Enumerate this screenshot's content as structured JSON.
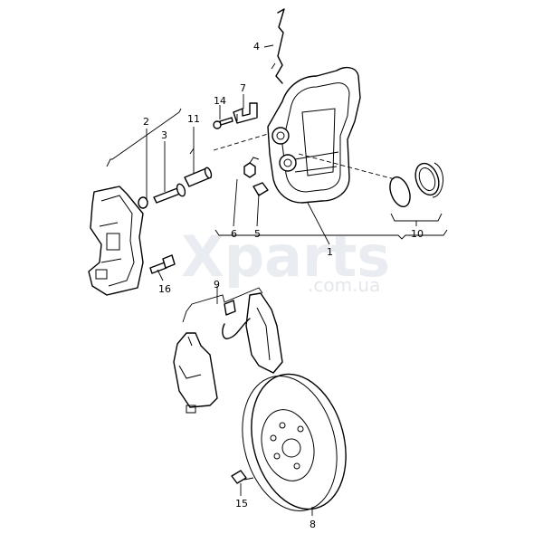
{
  "watermark": {
    "main": "Xparts",
    "sub": ".com.ua"
  },
  "callouts": {
    "c1": "1",
    "c2": "2",
    "c3": "3",
    "c4": "4",
    "c5": "5",
    "c6": "6",
    "c7": "7",
    "c8": "8",
    "c9": "9",
    "c10": "10",
    "c11": "11",
    "c14": "14",
    "c15": "15",
    "c16": "16"
  }
}
